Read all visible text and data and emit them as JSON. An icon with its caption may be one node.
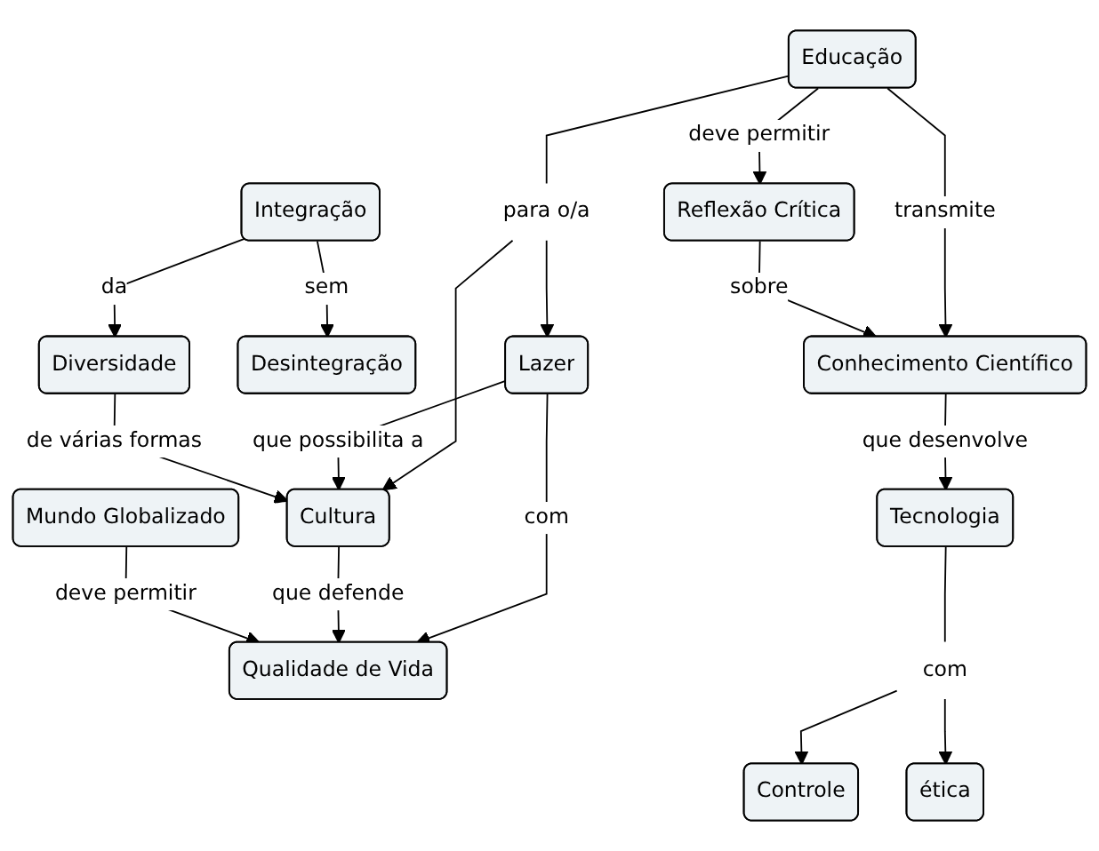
{
  "diagram": {
    "nodes": [
      {
        "text": [
          "Educação"
        ]
      },
      {
        "text": [
          "Integração"
        ]
      },
      {
        "text": [
          "para o/a"
        ]
      },
      {
        "text": [
          "Reflexão Crítica"
        ]
      },
      {
        "text": [
          "Lazer"
        ]
      },
      {
        "text": [
          "Desintegração"
        ]
      },
      {
        "text": [
          "Diversidade"
        ]
      },
      {
        "text": [
          "Conhecimento Científico"
        ]
      },
      {
        "text": [
          "Cultura"
        ]
      },
      {
        "text": [
          "Tecnologia"
        ]
      },
      {
        "text": [
          "Qualidade de Vida"
        ]
      },
      {
        "text": [
          "com"
        ]
      },
      {
        "text": [
          "Controle"
        ]
      },
      {
        "text": [
          "ética"
        ]
      },
      {
        "text": [
          "Mundo Globalizado"
        ]
      }
    ],
    "edges": [
      {
        "from": 0,
        "to": 7,
        "arrow": "to",
        "label": "transmite"
      },
      {
        "from": 0,
        "to": 3,
        "arrow": "to",
        "label": "deve permitir"
      },
      {
        "from": 0,
        "to": 2,
        "arrow": "none"
      },
      {
        "from": 2,
        "to": 4,
        "arrow": "to"
      },
      {
        "from": 2,
        "to": 8,
        "arrow": "to"
      },
      {
        "from": 3,
        "to": 7,
        "arrow": "to",
        "label": "sobre"
      },
      {
        "from": 4,
        "to": 8,
        "arrow": "to",
        "label": "que possibilita a"
      },
      {
        "from": 4,
        "to": 10,
        "arrow": "to",
        "label": "com"
      },
      {
        "from": 1,
        "to": 5,
        "arrow": "to",
        "label": "sem"
      },
      {
        "from": 1,
        "to": 6,
        "arrow": "to",
        "label": "da"
      },
      {
        "from": 6,
        "to": 8,
        "arrow": "to",
        "label": "de várias formas"
      },
      {
        "from": 7,
        "to": 9,
        "arrow": "to",
        "label": "que desenvolve"
      },
      {
        "from": 8,
        "to": 10,
        "arrow": "to",
        "label": "que defende"
      },
      {
        "from": 9,
        "to": 11,
        "arrow": "none"
      },
      {
        "from": 11,
        "to": 12,
        "arrow": "to"
      },
      {
        "from": 11,
        "to": 13,
        "arrow": "to"
      },
      {
        "from": 14,
        "to": 10,
        "arrow": "to",
        "label": "deve permitir"
      }
    ]
  }
}
